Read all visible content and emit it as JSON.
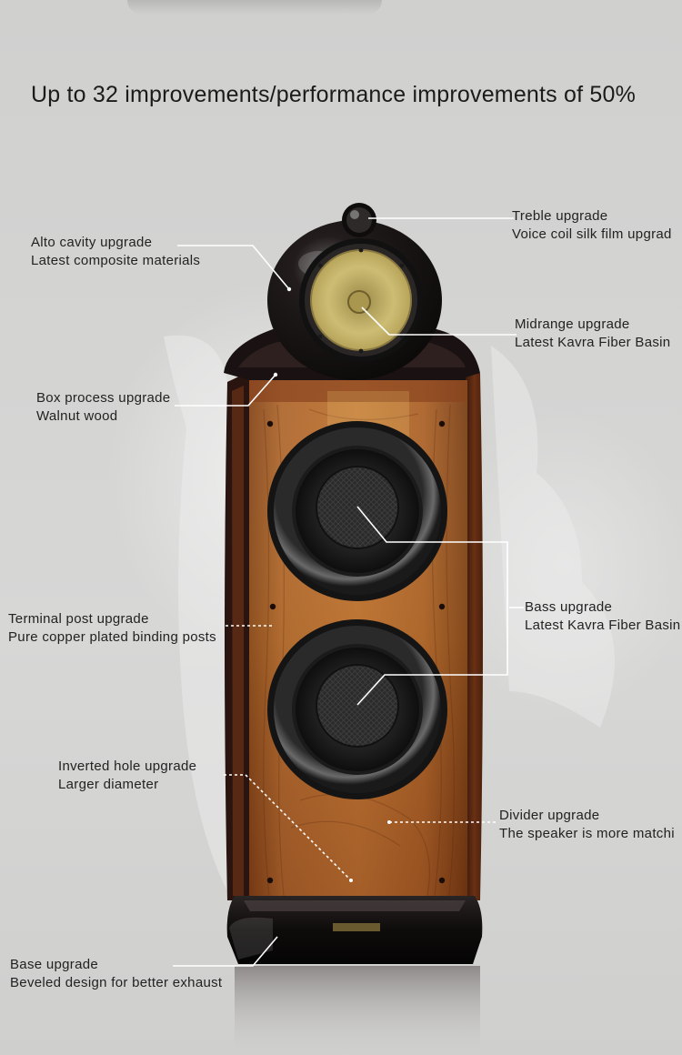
{
  "headline": "Up to 32 improvements/performance improvements of 50%",
  "callouts": {
    "treble": {
      "title": "Treble upgrade",
      "detail": "Voice coil silk film upgrad"
    },
    "alto": {
      "title": "Alto cavity upgrade",
      "detail": "Latest composite materials"
    },
    "midrange": {
      "title": "Midrange upgrade",
      "detail": "Latest Kavra Fiber Basin"
    },
    "box": {
      "title": "Box process upgrade",
      "detail": "Walnut wood"
    },
    "terminal": {
      "title": "Terminal post upgrade",
      "detail": "Pure copper plated binding posts"
    },
    "bass": {
      "title": "Bass upgrade",
      "detail": "Latest Kavra Fiber Basin"
    },
    "hole": {
      "title": "Inverted hole upgrade",
      "detail": "Larger diameter"
    },
    "divider": {
      "title": "Divider upgrade",
      "detail": "The speaker is more matchi"
    },
    "base": {
      "title": "Base upgrade",
      "detail": "Beveled design for better exhaust"
    }
  },
  "colors": {
    "background": "#d3d3d2",
    "walnut": "#a65a26",
    "midrange_cone": "#c8b56a",
    "lacquer": "#1a1212"
  }
}
